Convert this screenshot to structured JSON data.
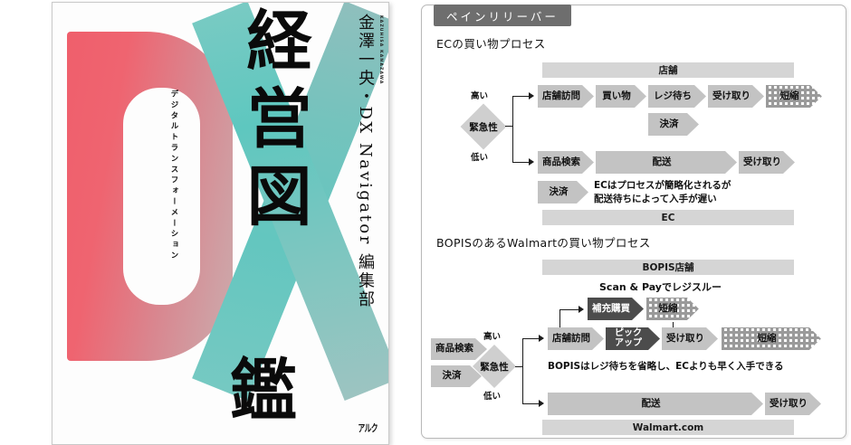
{
  "book": {
    "letter_d": "D",
    "letter_x": "X",
    "subtitle_vertical": "デジタルトランスフォーメーション",
    "title_main": "経営図",
    "title_last": "鑑",
    "author": "金澤一央・DX Navigator 編集部",
    "author_romaji": "KAZUHISA KANAZAWA",
    "publisher": "アルク",
    "colors": {
      "d_accent": "#ef5f6c",
      "x_accent": "#63c6bf"
    }
  },
  "panel": {
    "tab_label": "ペインリリーバー",
    "ec": {
      "section_title": "ECの買い物プロセス",
      "channel_bar_top": "店舗",
      "channel_bar_bottom": "EC",
      "decision_label": "緊急性",
      "high_label": "高い",
      "low_label": "低い",
      "row_high": [
        "店舗訪問",
        "買い物",
        "レジ待ち",
        "受け取り"
      ],
      "row_high_ghost": "短縮",
      "row_high_second": "決済",
      "row_low": [
        "商品検索",
        "配送",
        "受け取り"
      ],
      "row_low_second": "決済",
      "note": "ECはプロセスが簡略化されるが\n配送待ちによって入手が遅い",
      "note_line1": "ECはプロセスが簡略化されるが",
      "note_line2": "配送待ちによって入手が遅い"
    },
    "bopis": {
      "section_title": "BOPISのあるWalmartの買い物プロセス",
      "channel_bar_top": "BOPIS店舗",
      "channel_bar_bottom": "Walmart.com",
      "caption": "Scan & Payでレジスルー",
      "replenish": "補充購買",
      "replenish_ghost": "短縮",
      "decision_label": "緊急性",
      "high_label": "高い",
      "low_label": "低い",
      "pre_left": [
        "商品検索",
        "決済"
      ],
      "row_high": [
        "店舗訪問",
        "ピック\nアップ",
        "受け取り"
      ],
      "row_high_item0": "店舗訪問",
      "row_high_item1_l1": "ピック",
      "row_high_item1_l2": "アップ",
      "row_high_item2": "受け取り",
      "row_high_ghost": "短縮",
      "note": "BOPISはレジ待ちを省略し、ECよりも早く入手できる",
      "row_low": [
        "配送",
        "受け取り"
      ],
      "row_low_item0": "配送",
      "row_low_item1": "受け取り"
    }
  }
}
